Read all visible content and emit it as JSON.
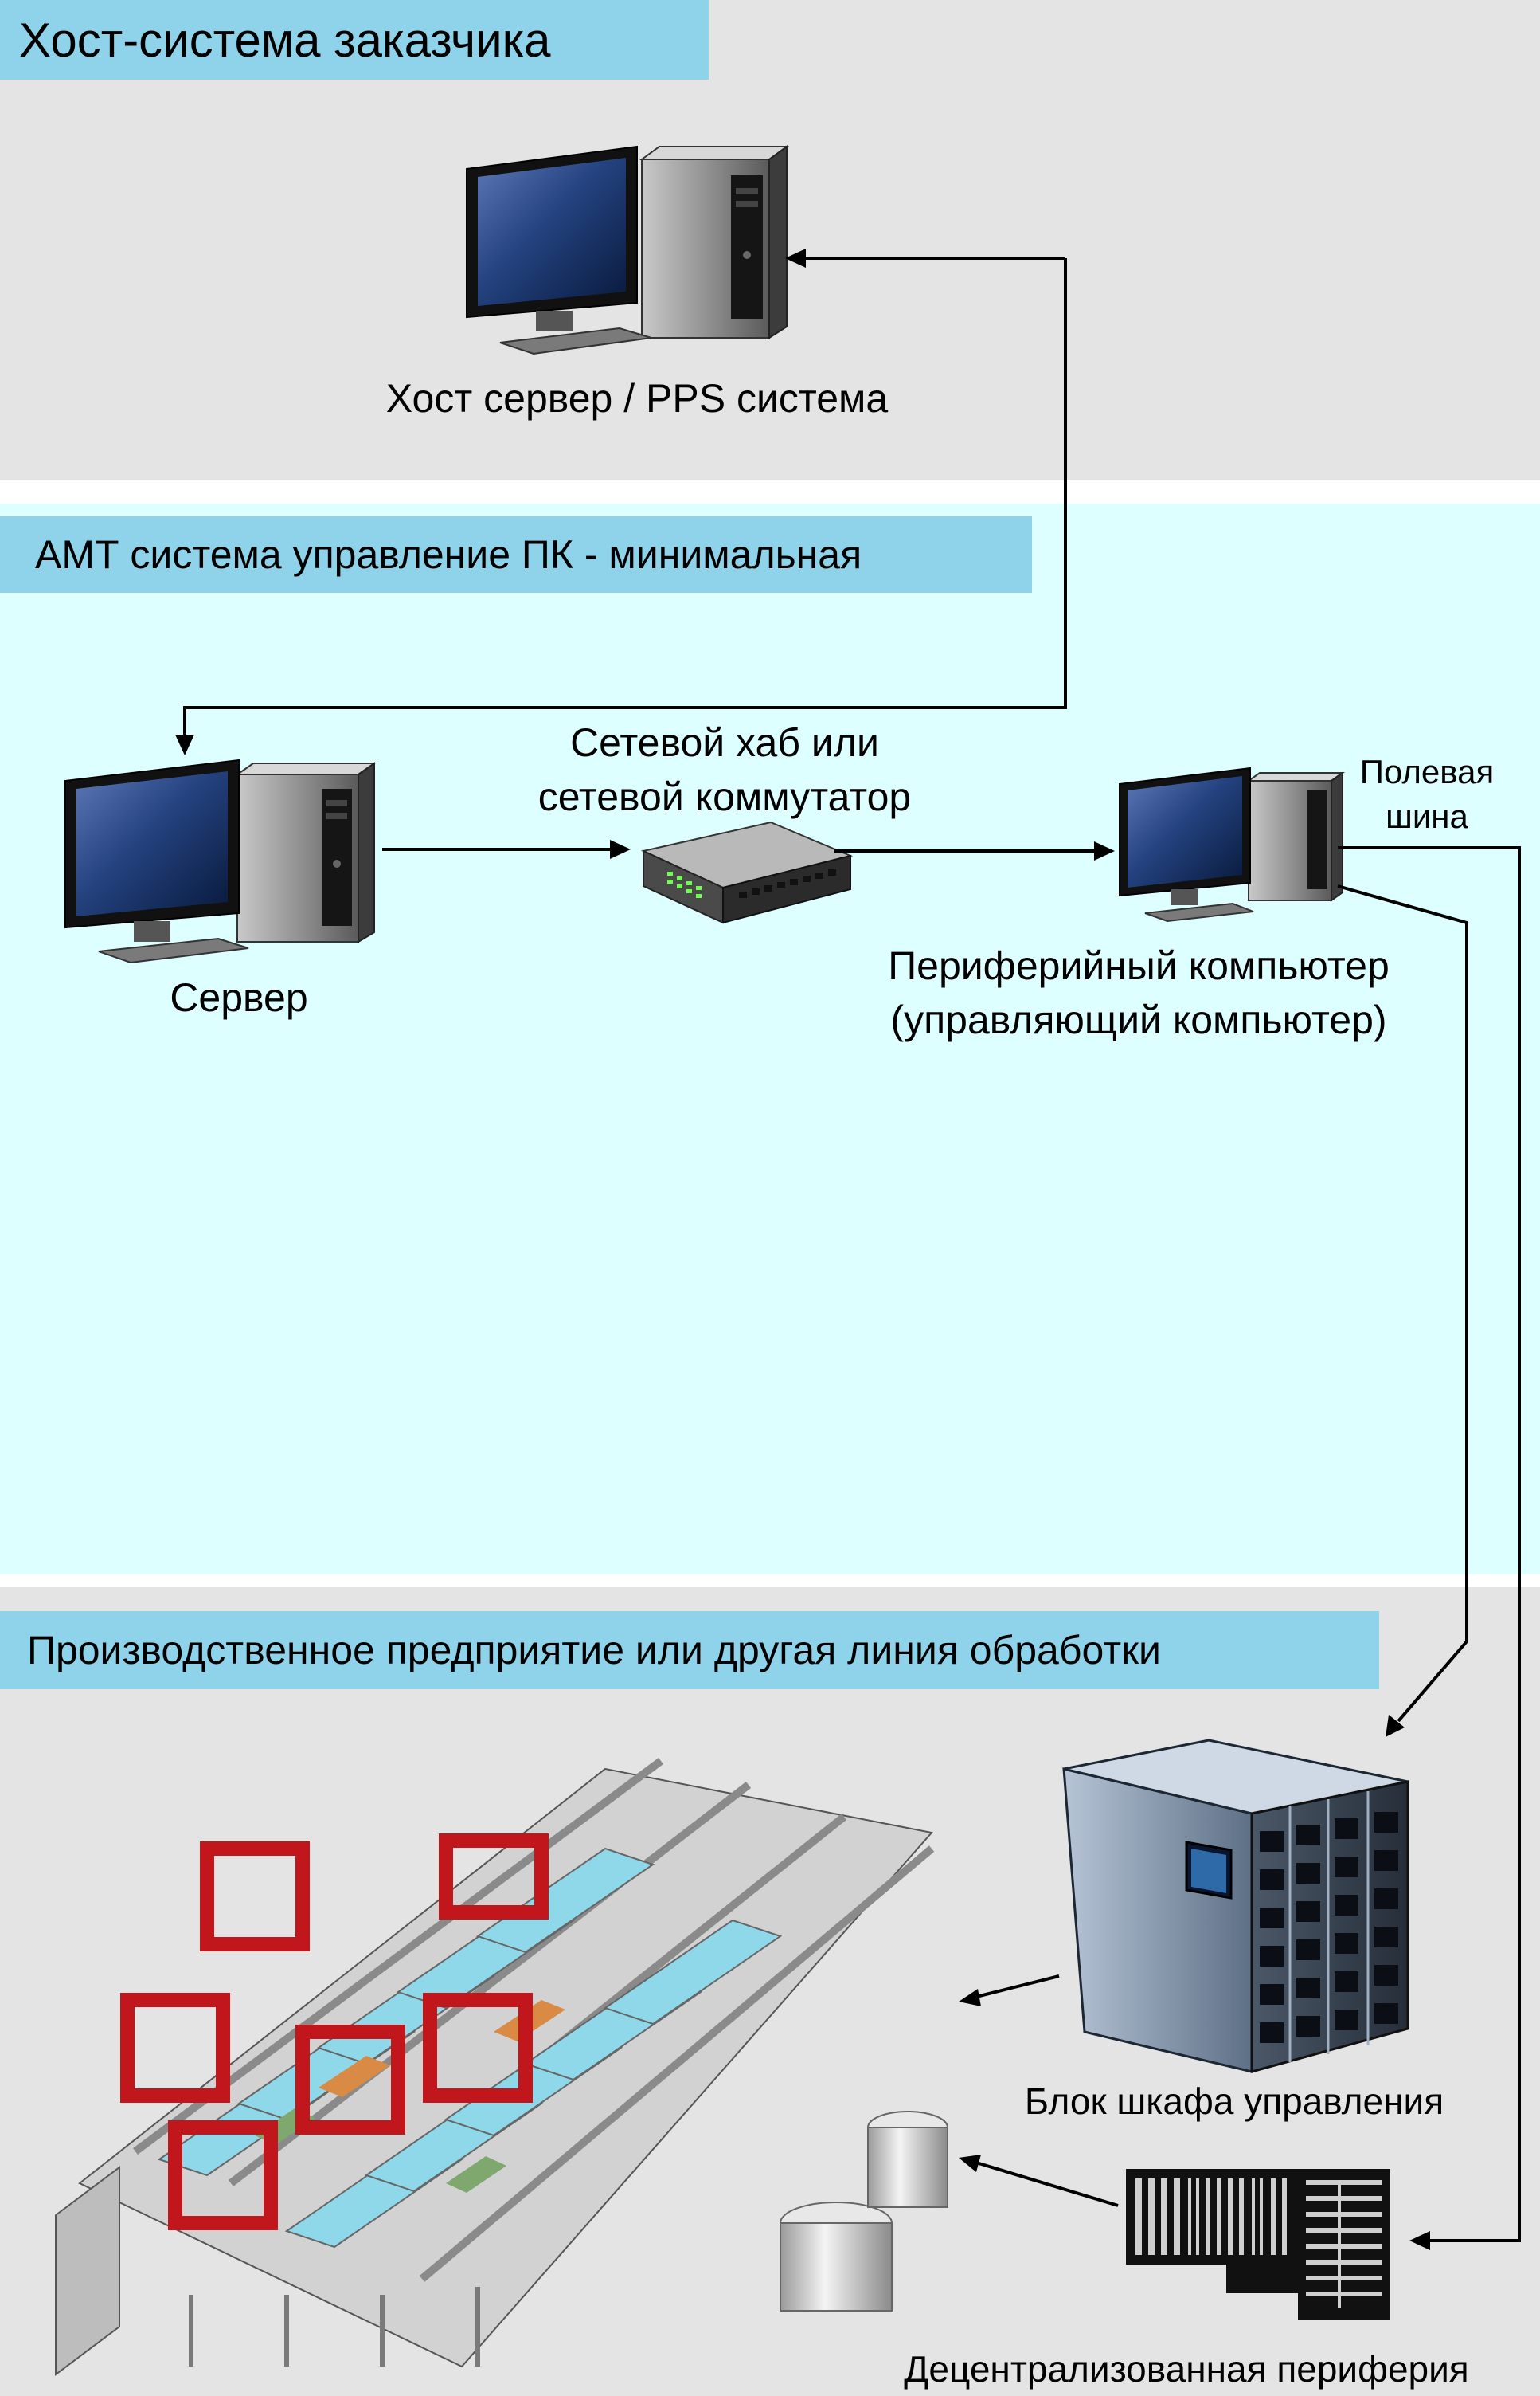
{
  "zones": {
    "host": {
      "title": "Хост-система заказчика",
      "bg": "#e4e4e4"
    },
    "amt": {
      "title": "АМТ система управление ПК - минимальная",
      "bg": "#ddffff"
    },
    "plant": {
      "title": "Производственное предприятие или другая линия обработки",
      "bg": "#e4e4e4"
    }
  },
  "nodes": {
    "host_server": "Хост сервер / PPS система",
    "server": "Сервер",
    "network_hub_line1": "Сетевой хаб или",
    "network_hub_line2": "сетевой коммутатор",
    "peripheral_line1": "Периферийный компьютер",
    "peripheral_line2": "(управляющий компьютер)",
    "fieldbus_line1": "Полевая",
    "fieldbus_line2": "шина",
    "control_cabinet": "Блок шкафа управления",
    "decentralized": "Децентрализованная периферия"
  },
  "icons": {
    "host_pc": "desktop-computer-icon",
    "server_pc": "desktop-computer-icon",
    "peripheral_pc": "desktop-computer-icon",
    "switch": "network-switch-icon",
    "cabinet": "control-cabinet-icon",
    "io": "io-module-icon",
    "plant": "processing-line-icon"
  },
  "colors": {
    "title_bar": "#8fd3ea",
    "connector": "#000000",
    "gantry": "#c0161c"
  }
}
